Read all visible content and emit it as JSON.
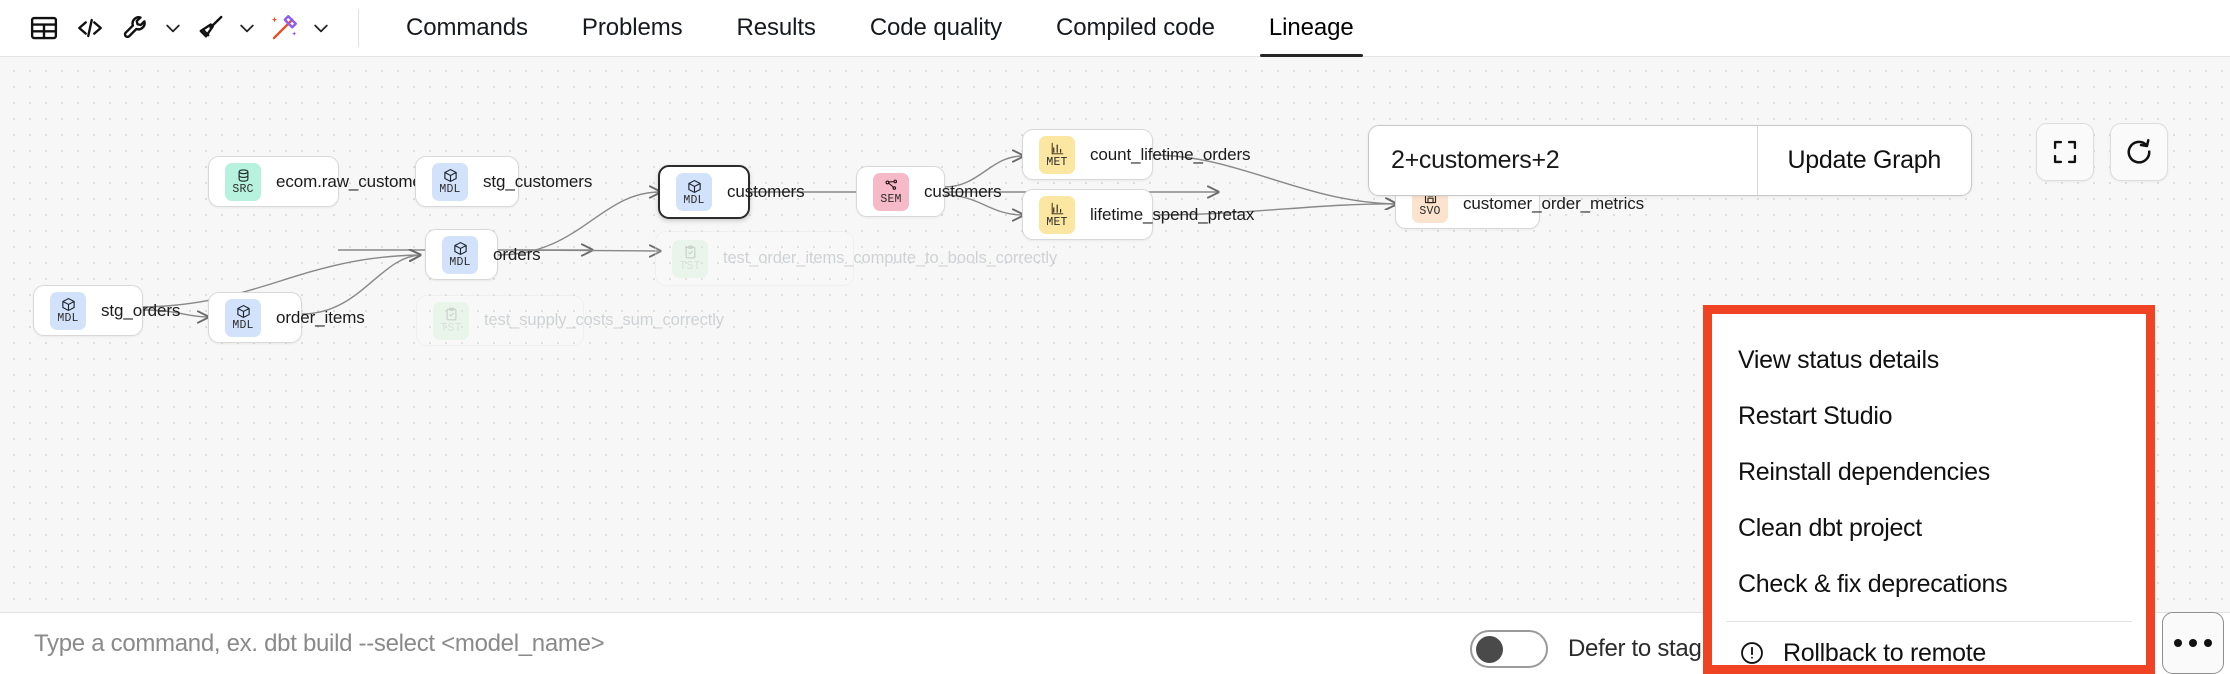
{
  "toolbar": {
    "icons": [
      {
        "name": "table-icon",
        "glyph": "table"
      },
      {
        "name": "code-icon",
        "glyph": "code"
      },
      {
        "name": "wrench-icon",
        "glyph": "wrench",
        "has_chevron": true
      },
      {
        "name": "broom-icon",
        "glyph": "broom",
        "has_chevron": true
      },
      {
        "name": "magic-wand-icon",
        "glyph": "wand",
        "has_chevron": true
      }
    ],
    "tabs": [
      {
        "label": "Commands",
        "active": false
      },
      {
        "label": "Problems",
        "active": false
      },
      {
        "label": "Results",
        "active": false
      },
      {
        "label": "Code quality",
        "active": false
      },
      {
        "label": "Compiled code",
        "active": false
      },
      {
        "label": "Lineage",
        "active": true
      }
    ]
  },
  "graph_controls": {
    "selector_value": "2+customers+2",
    "selector_placeholder": "2+customers+2",
    "update_graph_label": "Update Graph",
    "fit_view_title": "Fit view",
    "refresh_title": "Refresh"
  },
  "lineage": {
    "nodes": [
      {
        "id": "ecom_raw_customers",
        "label": "ecom.raw_customers",
        "type": "SRC",
        "state": "normal"
      },
      {
        "id": "stg_customers",
        "label": "stg_customers",
        "type": "MDL",
        "state": "normal"
      },
      {
        "id": "stg_orders",
        "label": "stg_orders",
        "type": "MDL",
        "state": "normal"
      },
      {
        "id": "order_items",
        "label": "order_items",
        "type": "MDL",
        "state": "normal"
      },
      {
        "id": "orders",
        "label": "orders",
        "type": "MDL",
        "state": "normal"
      },
      {
        "id": "customers_mdl",
        "label": "customers",
        "type": "MDL",
        "state": "selected"
      },
      {
        "id": "customers_sem",
        "label": "customers",
        "type": "SEM",
        "state": "normal"
      },
      {
        "id": "count_lifetime_orders",
        "label": "count_lifetime_orders",
        "type": "MET",
        "state": "normal"
      },
      {
        "id": "lifetime_spend_pretax",
        "label": "lifetime_spend_pretax",
        "type": "MET",
        "state": "normal"
      },
      {
        "id": "customer_order_metrics",
        "label": "customer_order_metrics",
        "type": "SVO",
        "state": "normal"
      },
      {
        "id": "test_order_items",
        "label": "test_order_items_compute_to_bools_correctly",
        "type": "TST",
        "state": "dimmed"
      },
      {
        "id": "test_supply_costs",
        "label": "test_supply_costs_sum_correctly",
        "type": "TST",
        "state": "dimmed"
      }
    ],
    "badge_colors": {
      "SRC": "#b7f2df",
      "MDL": "#d3e2fb",
      "SEM": "#f6b9c8",
      "MET": "#fbe6a2",
      "SVO": "#fbe3cd",
      "TST": "#d8f0dc"
    }
  },
  "context_menu": {
    "highlight_color": "#ef4323",
    "items": [
      {
        "label": "View status details",
        "icon": null,
        "separator_before": false
      },
      {
        "label": "Restart Studio",
        "icon": null,
        "separator_before": false
      },
      {
        "label": "Reinstall dependencies",
        "icon": null,
        "separator_before": false
      },
      {
        "label": "Clean dbt project",
        "icon": null,
        "separator_before": false
      },
      {
        "label": "Check & fix deprecations",
        "icon": null,
        "separator_before": false
      },
      {
        "label": "Rollback to remote",
        "icon": "alert-circle-icon",
        "separator_before": true
      }
    ]
  },
  "bottom_bar": {
    "command_value": "",
    "command_placeholder": "Type a command, ex. dbt build --select <model_name>",
    "defer_label": "Defer to staging",
    "defer_enabled": false,
    "more_label": "More options"
  }
}
